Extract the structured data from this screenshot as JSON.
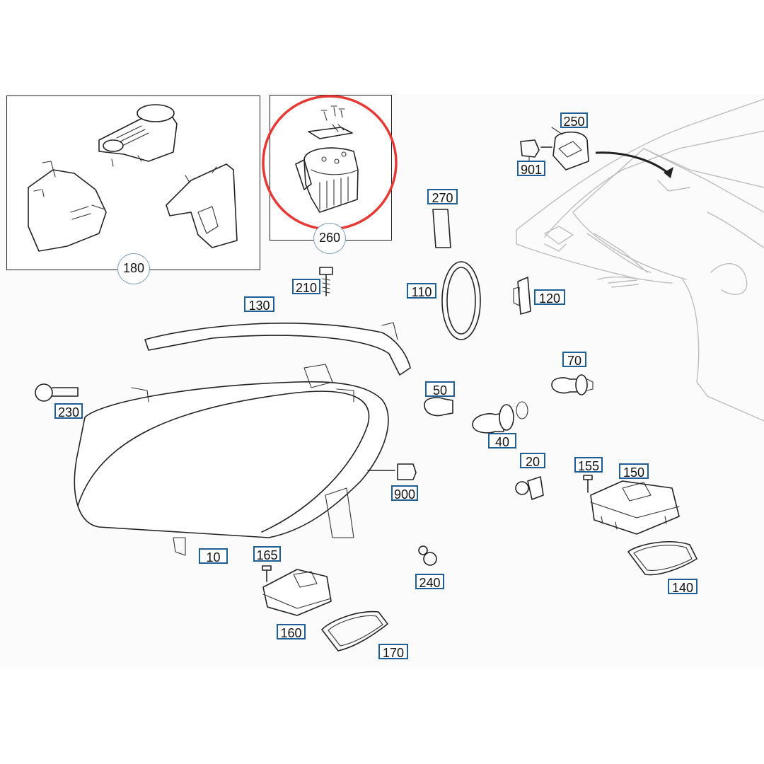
{
  "colors": {
    "label_border": "#1f5f96",
    "highlight_circle": "#e53935",
    "line_art": "#222222",
    "vehicle_outline": "#bdbdbd"
  },
  "icons": {
    "highlight": "red-circle-highlight",
    "arrow": "curved-arrow-icon",
    "connector": "connector-plug-icon"
  },
  "labels": {
    "l10": "10",
    "l20": "20",
    "l40": "40",
    "l50": "50",
    "l70": "70",
    "l110": "110",
    "l120": "120",
    "l130": "130",
    "l140": "140",
    "l150": "150",
    "l155": "155",
    "l160": "160",
    "l165": "165",
    "l170": "170",
    "l180": "180",
    "l210": "210",
    "l230": "230",
    "l240": "240",
    "l250": "250",
    "l260": "260",
    "l270": "270",
    "l900": "900",
    "l901": "901"
  }
}
